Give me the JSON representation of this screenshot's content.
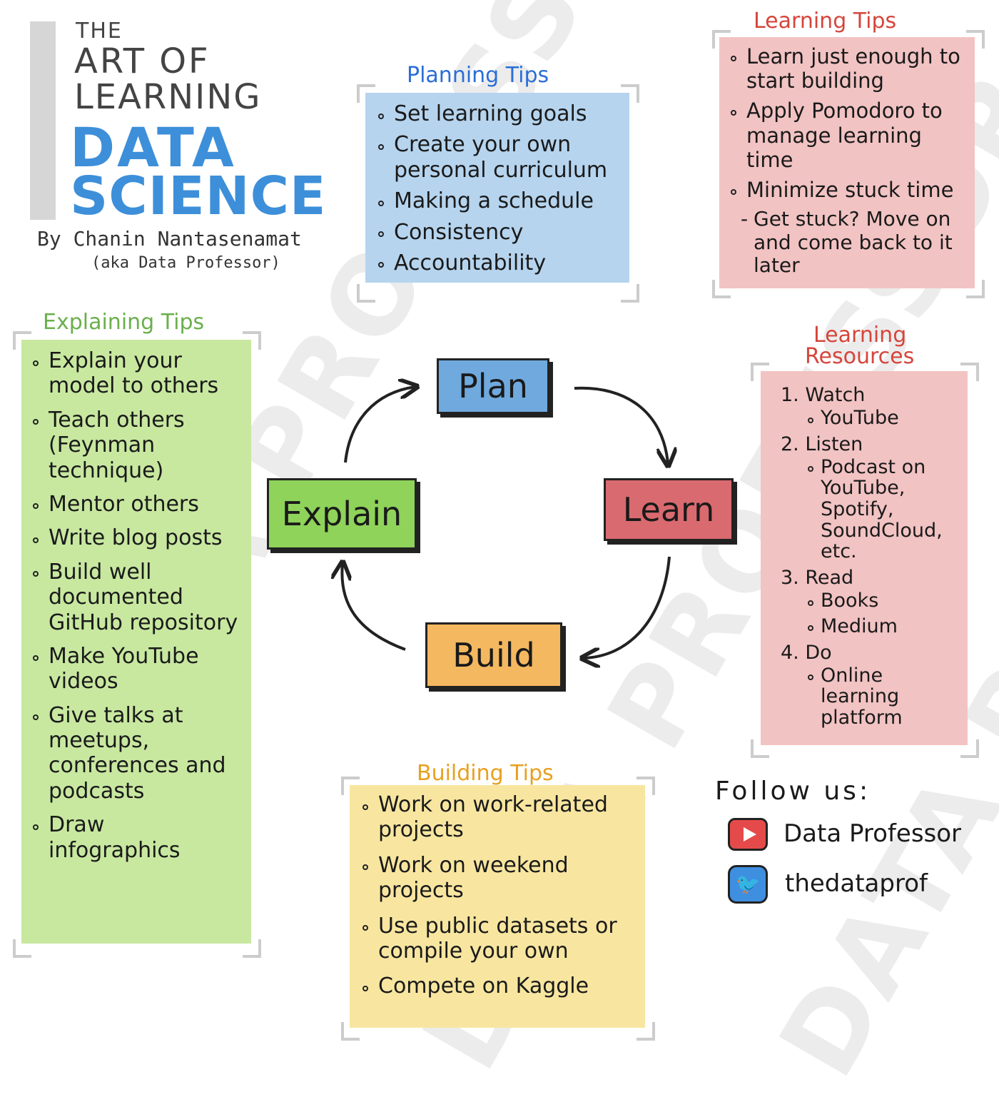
{
  "watermark": "DATA PROFESSOR",
  "header": {
    "the": "THE",
    "art_of": "ART OF",
    "learning": "LEARNING",
    "data": "DATA",
    "science": "SCIENCE",
    "by": "By Chanin Nantasenamat",
    "aka": "(aka Data Professor)"
  },
  "planning": {
    "title": "Planning Tips",
    "items": [
      "Set learning goals",
      "Create your own personal curriculum",
      "Making a schedule",
      "Consistency",
      "Accountability"
    ]
  },
  "learning_tips": {
    "title": "Learning Tips",
    "items": [
      "Learn just enough to start building",
      "Apply Pomodoro to manage learning time",
      "Minimize stuck time"
    ],
    "sub": "Get stuck? Move on and come back to it later"
  },
  "explaining": {
    "title": "Explaining Tips",
    "items": [
      "Explain your model to others",
      "Teach others (Feynman technique)",
      "Mentor others",
      "Write blog posts",
      "Build well documented GitHub repository",
      "Make YouTube videos",
      "Give talks at meetups, conferences and podcasts",
      "Draw infographics"
    ]
  },
  "resources": {
    "title_line1": "Learning",
    "title_line2": "Resources",
    "groups": [
      {
        "heading": "1. Watch",
        "items": [
          "YouTube"
        ]
      },
      {
        "heading": "2. Listen",
        "items": [
          "Podcast on YouTube, Spotify, SoundCloud, etc."
        ]
      },
      {
        "heading": "3. Read",
        "items": [
          "Books",
          "Medium"
        ]
      },
      {
        "heading": "4. Do",
        "items": [
          "Online learning platform"
        ]
      }
    ]
  },
  "building": {
    "title": "Building Tips",
    "items": [
      "Work on work-related projects",
      "Work on weekend projects",
      "Use public datasets or compile your own",
      "Compete on Kaggle"
    ]
  },
  "cycle": {
    "plan": "Plan",
    "learn": "Learn",
    "build": "Build",
    "explain": "Explain"
  },
  "social": {
    "follow": "Follow us:",
    "youtube": "Data Professor",
    "twitter": "thedataprof"
  },
  "colors": {
    "blue": "#3d8fd9",
    "plan": "#6fa9de",
    "learn": "#d96a6f",
    "build": "#f4b860",
    "explain": "#8fd35a",
    "planning_bg": "#b6d4ee",
    "learning_bg": "#f2c3c3",
    "explaining_bg": "#c8e8a0",
    "building_bg": "#f8e6a0"
  }
}
